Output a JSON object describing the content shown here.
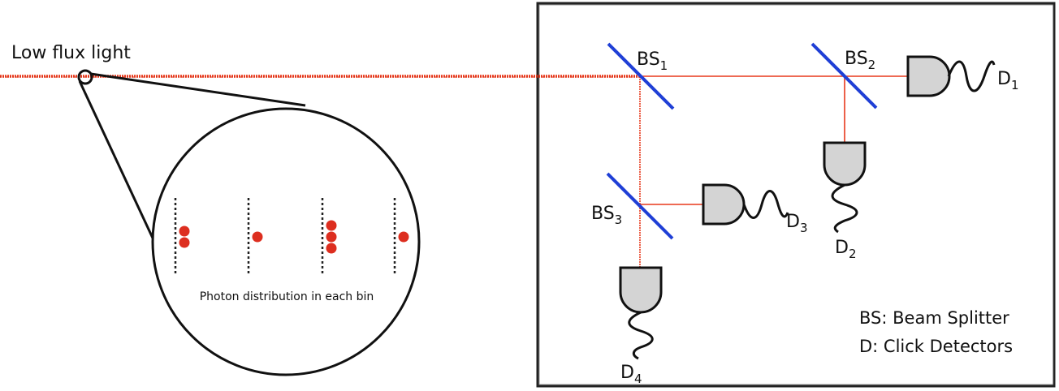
{
  "title": "Low flux light",
  "inset": {
    "caption": "Photon distribution in each bin",
    "bins": [
      2,
      1,
      3,
      1
    ]
  },
  "beam_splitters": [
    {
      "id": "BS1",
      "label": "BS",
      "sub": "1"
    },
    {
      "id": "BS2",
      "label": "BS",
      "sub": "2"
    },
    {
      "id": "BS3",
      "label": "BS",
      "sub": "3"
    }
  ],
  "detectors": [
    {
      "id": "D1",
      "label": "D",
      "sub": "1"
    },
    {
      "id": "D2",
      "label": "D",
      "sub": "2"
    },
    {
      "id": "D3",
      "label": "D",
      "sub": "3"
    },
    {
      "id": "D4",
      "label": "D",
      "sub": "4"
    }
  ],
  "legend": [
    "BS: Beam Splitter",
    "D: Click Detectors"
  ],
  "colors": {
    "beam": "#e8391c",
    "photon": "#dd2e1f",
    "splitter": "#1f3fd6",
    "detector_fill": "#d4d4d4",
    "outline": "#111111"
  }
}
